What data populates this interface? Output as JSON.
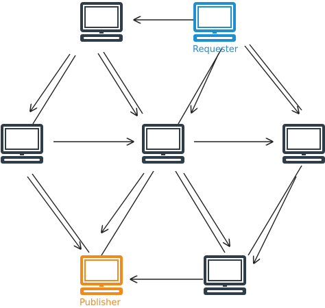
{
  "colors": {
    "node_default": "#2f3d48",
    "requester": "#1f8fd0",
    "publisher": "#f08a1c",
    "edge": "#222222"
  },
  "nodes": [
    {
      "id": "n1",
      "role": "peer",
      "icon": "computer-icon"
    },
    {
      "id": "req",
      "role": "requester",
      "icon": "computer-icon"
    },
    {
      "id": "left",
      "role": "peer",
      "icon": "computer-icon"
    },
    {
      "id": "center",
      "role": "peer",
      "icon": "computer-icon"
    },
    {
      "id": "right",
      "role": "peer",
      "icon": "computer-icon"
    },
    {
      "id": "pub",
      "role": "publisher",
      "icon": "computer-icon"
    },
    {
      "id": "br",
      "role": "peer",
      "icon": "computer-icon"
    }
  ],
  "edges": [
    {
      "from": "req",
      "to": "n1"
    },
    {
      "from": "n1",
      "to": "left"
    },
    {
      "from": "n1",
      "to": "center"
    },
    {
      "from": "req",
      "to": "center"
    },
    {
      "from": "req",
      "to": "right"
    },
    {
      "from": "left",
      "to": "center"
    },
    {
      "from": "center",
      "to": "right"
    },
    {
      "from": "left",
      "to": "pub"
    },
    {
      "from": "center",
      "to": "pub"
    },
    {
      "from": "center",
      "to": "br"
    },
    {
      "from": "right",
      "to": "br"
    },
    {
      "from": "br",
      "to": "pub"
    }
  ],
  "labels": {
    "requester": "Requester",
    "publisher": "Publisher"
  }
}
